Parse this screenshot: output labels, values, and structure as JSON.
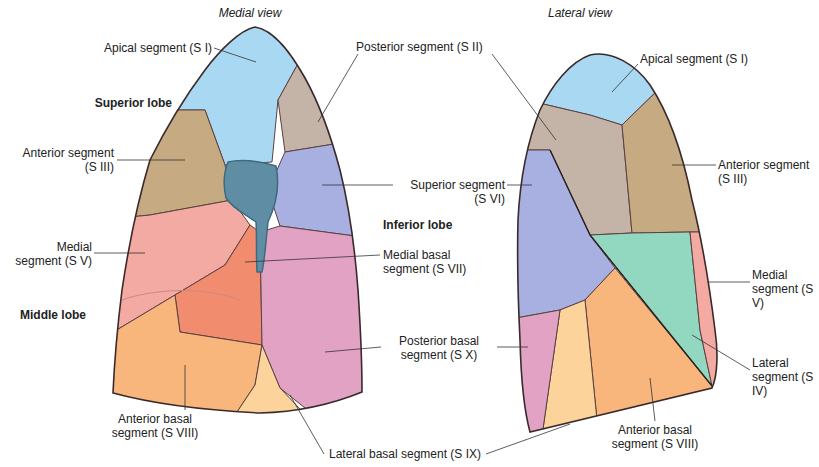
{
  "diagram": {
    "labels": [
      "Medial view",
      "Lateral view",
      "Apical segment (S I)",
      "Posterior segment (S II)",
      "Apical segment (S I)",
      "Superior lobe",
      "Anterior segment (S III)",
      "Anterior segment (S III)",
      "Superior segment (S VI)",
      "Inferior lobe",
      "Medial segment (S V)",
      "Medial basal segment (S VII)",
      "Medial segment (S V)",
      "Middle lobe",
      "Posterior basal segment (S X)",
      "Lateral segment (S IV)",
      "Anterior basal segment (S VIII)",
      "Lateral basal segment (S IX)",
      "Anterior basal segment (S VIII)"
    ]
  }
}
